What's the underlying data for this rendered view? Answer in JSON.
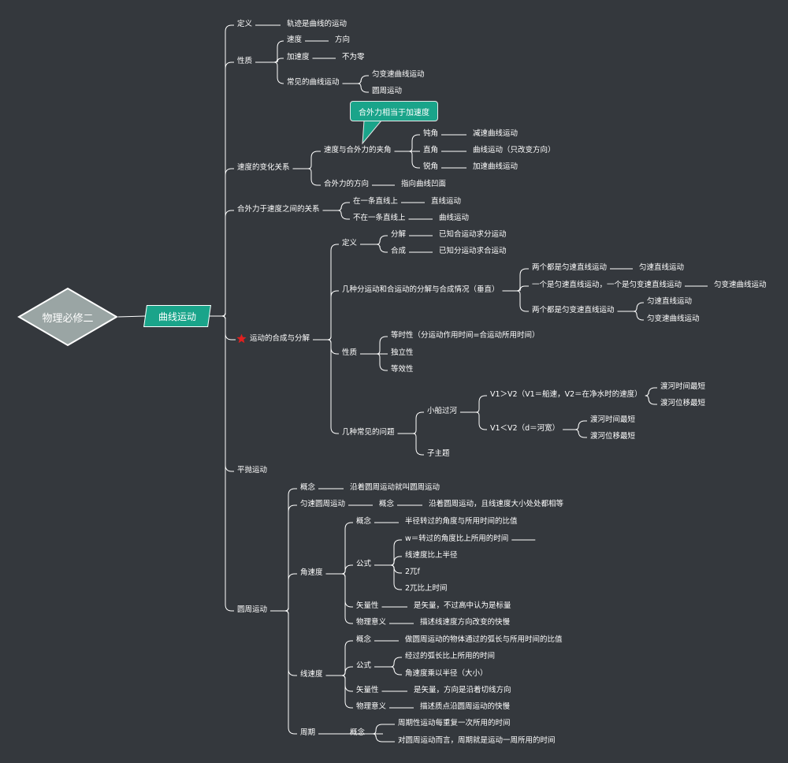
{
  "root": {
    "label": "物理必修二"
  },
  "branch": {
    "label": "曲线运动"
  },
  "callout": {
    "text": "合外力相当于加速度"
  },
  "colors": {
    "background": "#34383d",
    "line": "#ffffff",
    "root_fill": "#9aa5a4",
    "accent": "#1aa48a",
    "star": "#e0201f"
  },
  "nodes": [
    {
      "id": "n1",
      "text": "定义",
      "parent": "branch"
    },
    {
      "id": "n1a",
      "text": "轨迹是曲线的运动",
      "parent": "n1"
    },
    {
      "id": "n2",
      "text": "性质",
      "parent": "branch"
    },
    {
      "id": "n2a",
      "text": "速度",
      "parent": "n2"
    },
    {
      "id": "n2a1",
      "text": "方向",
      "parent": "n2a"
    },
    {
      "id": "n2b",
      "text": "加速度",
      "parent": "n2"
    },
    {
      "id": "n2b1",
      "text": "不为零",
      "parent": "n2b"
    },
    {
      "id": "n2c",
      "text": "常见的曲线运动",
      "parent": "n2"
    },
    {
      "id": "n2c1",
      "text": "匀变速曲线运动",
      "parent": "n2c"
    },
    {
      "id": "n2c2",
      "text": "圆周运动",
      "parent": "n2c"
    },
    {
      "id": "n3",
      "text": "速度的变化关系",
      "parent": "branch"
    },
    {
      "id": "n3a",
      "text": "速度与合外力的夹角",
      "parent": "n3"
    },
    {
      "id": "n3a1",
      "text": "钝角",
      "parent": "n3a"
    },
    {
      "id": "n3a1a",
      "text": "减速曲线运动",
      "parent": "n3a1"
    },
    {
      "id": "n3a2",
      "text": "直角",
      "parent": "n3a"
    },
    {
      "id": "n3a2a",
      "text": "曲线运动（只改变方向）",
      "parent": "n3a2"
    },
    {
      "id": "n3a3",
      "text": "锐角",
      "parent": "n3a"
    },
    {
      "id": "n3a3a",
      "text": "加速曲线运动",
      "parent": "n3a3"
    },
    {
      "id": "n3b",
      "text": "合外力的方向",
      "parent": "n3"
    },
    {
      "id": "n3b1",
      "text": "指向曲线凹面",
      "parent": "n3b"
    },
    {
      "id": "n4",
      "text": "合外力于速度之间的关系",
      "parent": "branch"
    },
    {
      "id": "n4a",
      "text": "在一条直线上",
      "parent": "n4"
    },
    {
      "id": "n4a1",
      "text": "直线运动",
      "parent": "n4a"
    },
    {
      "id": "n4b",
      "text": "不在一条直线上",
      "parent": "n4"
    },
    {
      "id": "n4b1",
      "text": "曲线运动",
      "parent": "n4b"
    },
    {
      "id": "n5",
      "text": "运动的合成与分解",
      "parent": "branch",
      "starred": true
    },
    {
      "id": "n5a",
      "text": "定义",
      "parent": "n5"
    },
    {
      "id": "n5a1",
      "text": "分解",
      "parent": "n5a"
    },
    {
      "id": "n5a1a",
      "text": "已知合运动求分运动",
      "parent": "n5a1"
    },
    {
      "id": "n5a2",
      "text": "合成",
      "parent": "n5a"
    },
    {
      "id": "n5a2a",
      "text": "已知分运动求合运动",
      "parent": "n5a2"
    },
    {
      "id": "n5b",
      "text": "几种分运动和合运动的分解与合成情况（垂直）",
      "parent": "n5"
    },
    {
      "id": "n5b1",
      "text": "两个都是匀速直线运动",
      "parent": "n5b"
    },
    {
      "id": "n5b1a",
      "text": "匀速直线运动",
      "parent": "n5b1"
    },
    {
      "id": "n5b2",
      "text": "一个是匀速直线运动，一个是匀变速直线运动",
      "parent": "n5b"
    },
    {
      "id": "n5b2a",
      "text": "匀变速曲线运动",
      "parent": "n5b2"
    },
    {
      "id": "n5b3",
      "text": "两个都是匀变速直线运动",
      "parent": "n5b"
    },
    {
      "id": "n5b3a",
      "text": "匀速直线运动",
      "parent": "n5b3"
    },
    {
      "id": "n5b3b",
      "text": "匀变速曲线运动",
      "parent": "n5b3"
    },
    {
      "id": "n5c",
      "text": "性质",
      "parent": "n5"
    },
    {
      "id": "n5c1",
      "text": "等时性（分运动作用时间=合运动所用时间）",
      "parent": "n5c"
    },
    {
      "id": "n5c2",
      "text": "独立性",
      "parent": "n5c"
    },
    {
      "id": "n5c3",
      "text": "等效性",
      "parent": "n5c"
    },
    {
      "id": "n5d",
      "text": "几种常见的问题",
      "parent": "n5"
    },
    {
      "id": "n5d1",
      "text": "小船过河",
      "parent": "n5d"
    },
    {
      "id": "n5d1a",
      "text": "V1＞V2（V1＝船速，V2＝在净水时的速度）",
      "parent": "n5d1"
    },
    {
      "id": "n5d1a1",
      "text": "渡河时间最短",
      "parent": "n5d1a"
    },
    {
      "id": "n5d1a2",
      "text": "渡河位移最短",
      "parent": "n5d1a"
    },
    {
      "id": "n5d1b",
      "text": "V1＜V2（d＝河宽）",
      "parent": "n5d1"
    },
    {
      "id": "n5d1b1",
      "text": "渡河时间最短",
      "parent": "n5d1b"
    },
    {
      "id": "n5d1b2",
      "text": "渡河位移最短",
      "parent": "n5d1b"
    },
    {
      "id": "n5d2",
      "text": "子主题",
      "parent": "n5d"
    },
    {
      "id": "n6",
      "text": "平抛运动",
      "parent": "branch"
    },
    {
      "id": "n7",
      "text": "圆周运动",
      "parent": "branch"
    },
    {
      "id": "n7a",
      "text": "概念",
      "parent": "n7"
    },
    {
      "id": "n7a1",
      "text": "沿着圆周运动就叫圆周运动",
      "parent": "n7a"
    },
    {
      "id": "n7b",
      "text": "匀速圆周运动",
      "parent": "n7"
    },
    {
      "id": "n7b1",
      "text": "概念",
      "parent": "n7b"
    },
    {
      "id": "n7b1a",
      "text": "沿着圆周运动，且线速度大小处处都相等",
      "parent": "n7b1"
    },
    {
      "id": "n7c",
      "text": "角速度",
      "parent": "n7"
    },
    {
      "id": "n7c1",
      "text": "概念",
      "parent": "n7c"
    },
    {
      "id": "n7c1a",
      "text": "半径转过的角度与所用时间的比值",
      "parent": "n7c1"
    },
    {
      "id": "n7c2",
      "text": "公式",
      "parent": "n7c"
    },
    {
      "id": "n7c2a",
      "text": "w＝转过的角度比上所用的时间",
      "parent": "n7c2"
    },
    {
      "id": "n7c2b",
      "text": "线速度比上半径",
      "parent": "n7c2"
    },
    {
      "id": "n7c2c",
      "text": "2兀f",
      "parent": "n7c2"
    },
    {
      "id": "n7c2d",
      "text": "2兀比上时间",
      "parent": "n7c2"
    },
    {
      "id": "n7c3",
      "text": "矢量性",
      "parent": "n7c"
    },
    {
      "id": "n7c3a",
      "text": "是矢量，不过高中认为是标量",
      "parent": "n7c3"
    },
    {
      "id": "n7c4",
      "text": "物理意义",
      "parent": "n7c"
    },
    {
      "id": "n7c4a",
      "text": "描述线速度方向改变的快慢",
      "parent": "n7c4"
    },
    {
      "id": "n7d",
      "text": "线速度",
      "parent": "n7"
    },
    {
      "id": "n7d1",
      "text": "概念",
      "parent": "n7d"
    },
    {
      "id": "n7d1a",
      "text": "做圆周运动的物体通过的弧长与所用时间的比值",
      "parent": "n7d1"
    },
    {
      "id": "n7d2",
      "text": "公式",
      "parent": "n7d"
    },
    {
      "id": "n7d2a",
      "text": "经过的弧长比上所用的时间",
      "parent": "n7d2"
    },
    {
      "id": "n7d2b",
      "text": "角速度乘以半径（大小）",
      "parent": "n7d2"
    },
    {
      "id": "n7d3",
      "text": "矢量性",
      "parent": "n7d"
    },
    {
      "id": "n7d3a",
      "text": "是矢量，方向是沿着切线方向",
      "parent": "n7d3"
    },
    {
      "id": "n7d4",
      "text": "物理意义",
      "parent": "n7d"
    },
    {
      "id": "n7d4a",
      "text": "描述质点沿圆周运动的快慢",
      "parent": "n7d4"
    },
    {
      "id": "n7e",
      "text": "周期",
      "parent": "n7"
    },
    {
      "id": "n7e1",
      "text": "概念",
      "parent": "n7e"
    },
    {
      "id": "n7e1a",
      "text": "周期性运动每重复一次所用的时间",
      "parent": "n7e1"
    },
    {
      "id": "n7e1b",
      "text": "对圆周运动而言，周期就是运动一周所用的时间",
      "parent": "n7e1"
    }
  ]
}
